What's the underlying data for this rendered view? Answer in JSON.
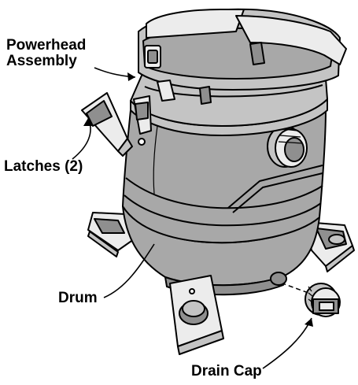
{
  "labels": {
    "powerhead_line1": "Powerhead",
    "powerhead_line2": "Assembly",
    "latches": "Latches (2)",
    "drum": "Drum",
    "drain_cap": "Drain Cap"
  },
  "colors": {
    "outline": "#000000",
    "drum_fill": "#a8a8a8",
    "drum_dark": "#8f8f8f",
    "powerhead_fill": "#c4c4c4",
    "light_fill": "#ececec",
    "white": "#ffffff"
  }
}
